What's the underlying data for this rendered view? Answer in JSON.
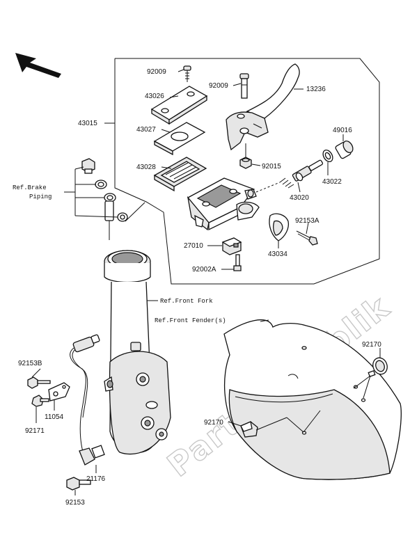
{
  "watermark": "PartsRepublik",
  "parts": {
    "p92009a": "92009",
    "p92009b": "92009",
    "p13236": "13236",
    "p43026": "43026",
    "p43015": "43015",
    "p43027": "43027",
    "p49016": "49016",
    "p43028": "43028",
    "p92015": "92015",
    "p43022": "43022",
    "p43020": "43020",
    "p92153A": "92153A",
    "p27010": "27010",
    "p92002A": "92002A",
    "p43034": "43034",
    "p92170a": "92170",
    "p92170b": "92170",
    "p92153B": "92153B",
    "p11054": "11054",
    "p92171": "92171",
    "p21176": "21176",
    "p92153": "92153"
  },
  "refs": {
    "brake_piping_1": "Ref.Brake",
    "brake_piping_2": "Piping",
    "front_fork": "Ref.Front Fork",
    "front_fender": "Ref.Front Fender(s)"
  },
  "icons": [
    "direction-arrow-icon"
  ]
}
